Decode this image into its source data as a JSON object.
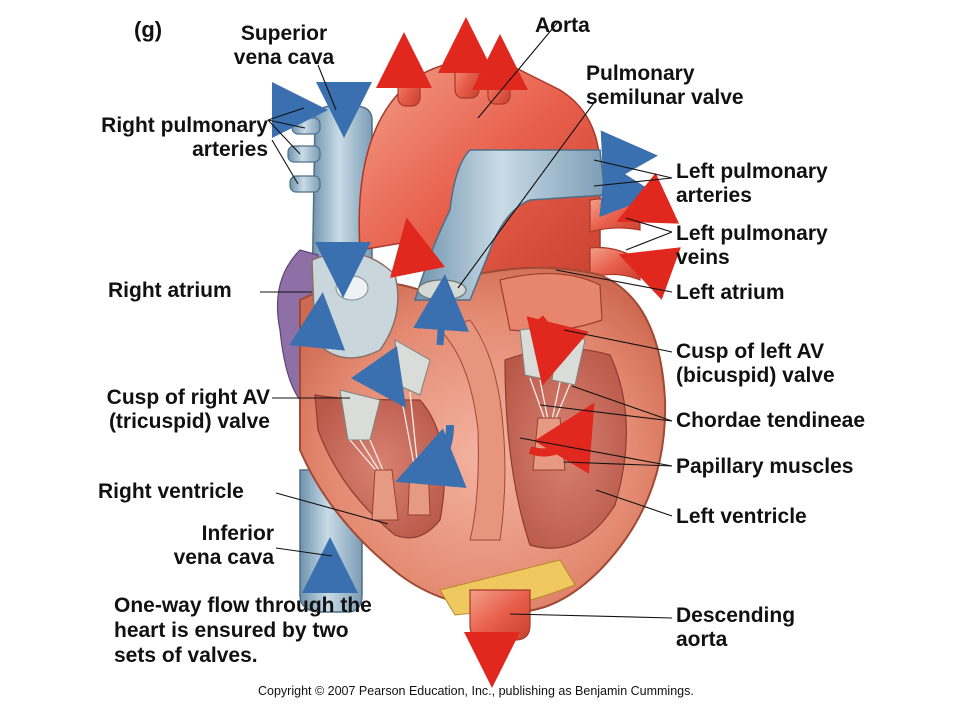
{
  "figure_tag": "(g)",
  "labels": {
    "superior_vena_cava": "Superior\nvena cava",
    "aorta": "Aorta",
    "pulmonary_semilunar_valve": "Pulmonary\nsemilunar valve",
    "right_pulmonary_arteries": "Right pulmonary\narteries",
    "left_pulmonary_arteries": "Left pulmonary\narteries",
    "left_pulmonary_veins": "Left pulmonary\nveins",
    "right_atrium": "Right atrium",
    "left_atrium": "Left atrium",
    "cusp_left_av": "Cusp of left AV\n(bicuspid) valve",
    "cusp_right_av": "Cusp of right AV\n(tricuspid) valve",
    "chordae_tendineae": "Chordae tendineae",
    "papillary_muscles": "Papillary muscles",
    "right_ventricle": "Right ventricle",
    "left_ventricle": "Left ventricle",
    "inferior_vena_cava": "Inferior\nvena cava",
    "descending_aorta": "Descending\naorta"
  },
  "note": "One-way flow through the\nheart is ensured by two\nsets of valves.",
  "copyright": "Copyright © 2007 Pearson Education, Inc., publishing as Benjamin Cummings.",
  "colors": {
    "oxygenated_arrow": "#e0281e",
    "deoxygenated_arrow": "#3a6fb0",
    "vessel_blue": "#8fb0c8",
    "heart_muscle": "#e58a72",
    "aorta_red": "#e8604c"
  }
}
